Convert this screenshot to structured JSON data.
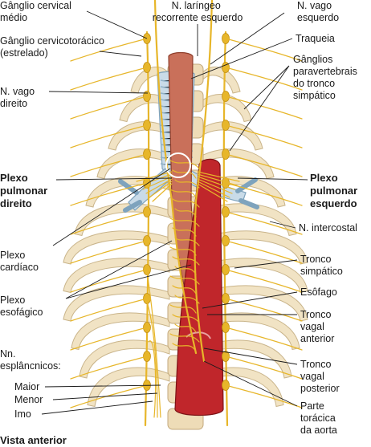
{
  "labels": {
    "cervical_ganglion": [
      "Gânglio cervical",
      "médio"
    ],
    "cervicothoracic_ganglion": [
      "Gânglio cervicotorácico",
      "(estrelado)"
    ],
    "right_vagus": [
      "N. vago",
      "direito"
    ],
    "left_recurrent": [
      "N. laríngeo",
      "recorrente esquerdo"
    ],
    "left_vagus": [
      "N. vago",
      "esquerdo"
    ],
    "trachea": [
      "Traqueia"
    ],
    "paravertebral": [
      "Gânglios",
      "paravertebrais",
      "do tronco",
      "simpático"
    ],
    "right_pulmonary": [
      "Plexo",
      "pulmonar",
      "direito"
    ],
    "left_pulmonary": [
      "Plexo",
      "pulmonar",
      "esquerdo"
    ],
    "intercostal": [
      "N. intercostal"
    ],
    "cardiac_plexus": [
      "Plexo",
      "cardíaco"
    ],
    "sympathetic_trunk": [
      "Tronco",
      "simpático"
    ],
    "esophageal_plexus": [
      "Plexo",
      "esofágico"
    ],
    "esophagus": [
      "Esôfago"
    ],
    "anterior_vagal": [
      "Tronco",
      "vagal",
      "anterior"
    ],
    "splanchnic": [
      "Nn.",
      "esplâncnicos:"
    ],
    "splanchnic_major": [
      "Maior"
    ],
    "splanchnic_minor": [
      "Menor"
    ],
    "splanchnic_imo": [
      "Imo"
    ],
    "posterior_vagal": [
      "Tronco",
      "vagal",
      "posterior"
    ],
    "thoracic_aorta": [
      "Parte",
      "torácica",
      "da aorta"
    ],
    "view": [
      "Vista anterior"
    ]
  },
  "colors": {
    "nerve": "#e7b62a",
    "bone": "#f1e3c4",
    "trachea": "#c9dbe8",
    "esophagus": "#c9705a",
    "aorta": "#c0262b"
  }
}
